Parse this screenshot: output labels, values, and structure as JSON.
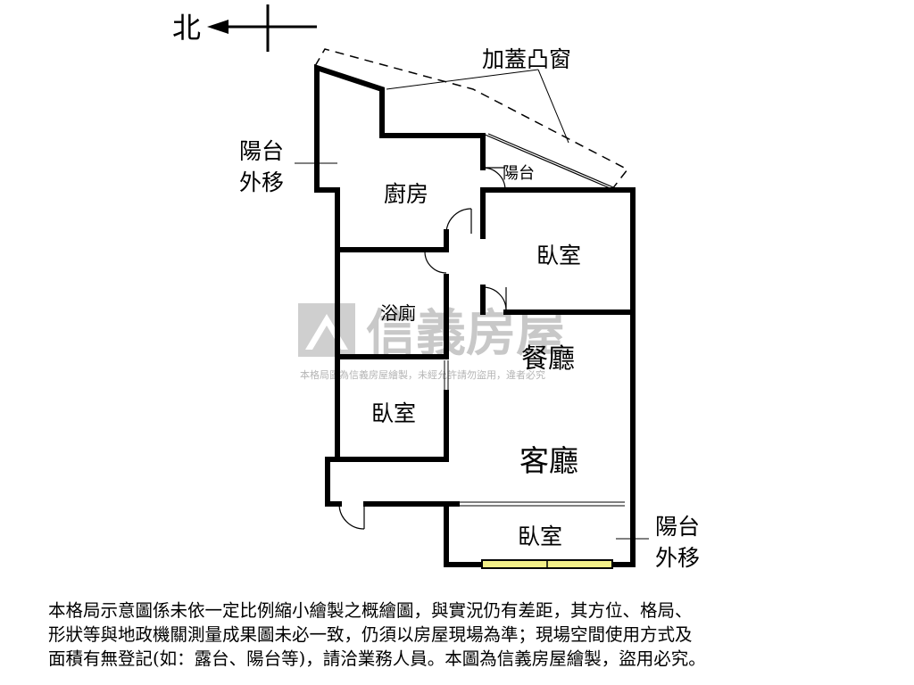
{
  "compass": {
    "north_label": "北"
  },
  "labels": {
    "bay_window": "加蓋凸窗",
    "balcony_moved_left_line1": "陽台",
    "balcony_moved_left_line2": "外移",
    "balcony_small": "陽台",
    "kitchen": "廚房",
    "bedroom_top_right": "臥室",
    "bathroom": "浴廁",
    "dining": "餐廳",
    "bedroom_left": "臥室",
    "living": "客廳",
    "bedroom_bottom": "臥室",
    "balcony_moved_right_line1": "陽台",
    "balcony_moved_right_line2": "外移"
  },
  "watermark": {
    "brand": "信義房屋",
    "notice": "本格局圖為信義房屋繪製，未經允許請勿盜用，違者必究"
  },
  "disclaimer": [
    "本格局示意圖係未依一定比例縮小繪製之概繪圖，與實況仍有差距，其方位、格局、",
    "形狀等與地政機關測量成果圖未必一致，仍須以房屋現場為準；現場空間使用方式及",
    "面積有無登記(如：露台、陽台等)，請洽業務人員。本圖為信義房屋繪製，盜用必究。"
  ],
  "colors": {
    "wall": "#000000",
    "watermark": "#c8c8c8",
    "window_fill": "#f2ef88"
  }
}
